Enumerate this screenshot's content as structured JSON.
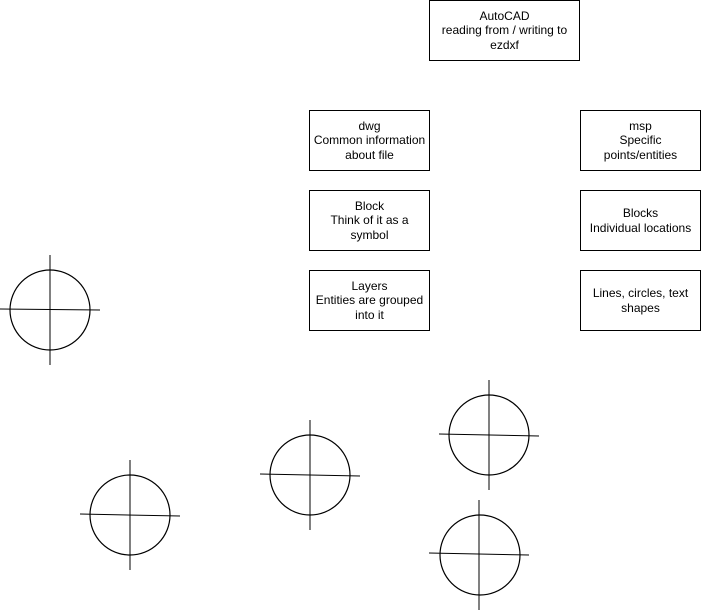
{
  "diagram": {
    "boxes": {
      "autocad": {
        "lines": [
          "AutoCAD",
          "reading from / writing to",
          "ezdxf"
        ]
      },
      "dwg": {
        "lines": [
          "dwg",
          "Common information",
          "about file"
        ]
      },
      "block": {
        "lines": [
          "Block",
          "Think of it as a",
          "symbol"
        ]
      },
      "layers": {
        "lines": [
          "Layers",
          "Entities are grouped",
          "into it"
        ]
      },
      "msp": {
        "lines": [
          "msp",
          "Specific",
          "points/entities"
        ]
      },
      "blocks": {
        "lines": [
          "Blocks",
          "Individual locations"
        ]
      },
      "lines_shapes": {
        "lines": [
          "Lines, circles, text",
          "shapes"
        ]
      }
    },
    "symbol_icon": "circle-crosshair-icon",
    "colors": {
      "stroke": "#000000",
      "background": "#ffffff"
    }
  }
}
